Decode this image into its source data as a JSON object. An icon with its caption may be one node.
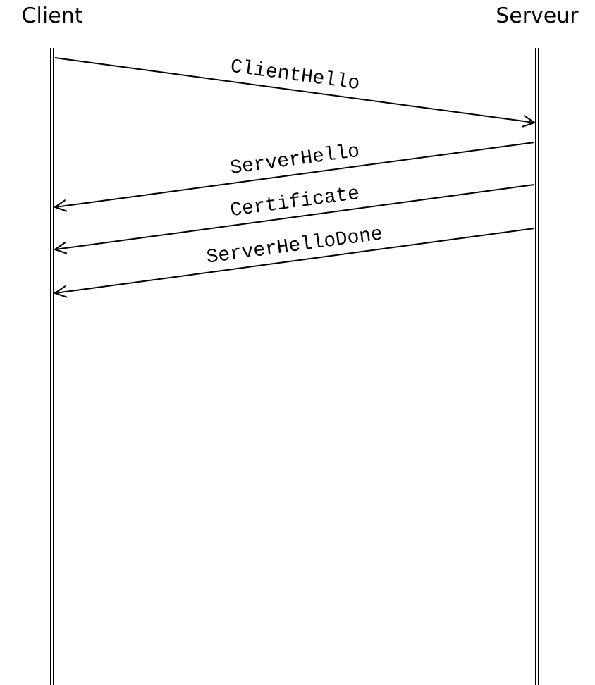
{
  "diagram": {
    "nodes": [
      {
        "text": [
          "Client"
        ]
      },
      {
        "text": [
          "Serveur"
        ]
      }
    ],
    "edges": [
      {
        "from": 0,
        "to": 1,
        "arrow": "to",
        "label": "ClientHello"
      },
      {
        "from": 1,
        "to": 0,
        "arrow": "to",
        "label": "ServerHello"
      },
      {
        "from": 1,
        "to": 0,
        "arrow": "to",
        "label": "Certificate"
      },
      {
        "from": 1,
        "to": 0,
        "arrow": "to",
        "label": "ServerHelloDone"
      }
    ]
  }
}
